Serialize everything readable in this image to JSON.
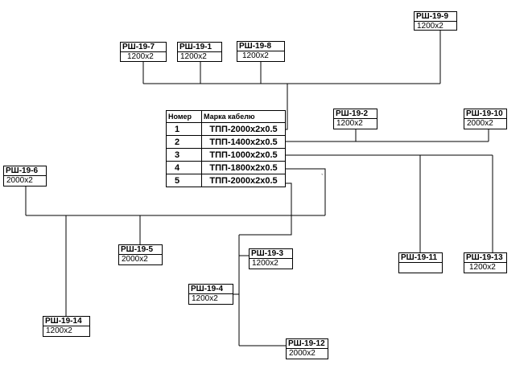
{
  "table": {
    "header_number": "Номер",
    "header_brand": "Марка кабелю",
    "rows": [
      {
        "num": "1",
        "brand": "ТПП-2000x2x0.5"
      },
      {
        "num": "2",
        "brand": "ТПП-1400x2x0.5"
      },
      {
        "num": "3",
        "brand": "ТПП-1000x2x0.5"
      },
      {
        "num": "4",
        "brand": "ТПП-1800x2x0.5"
      },
      {
        "num": "5",
        "brand": "ТПП-2000x2x0.5"
      }
    ]
  },
  "cabinets": {
    "rsh_19_9": {
      "name": "РШ-19-9",
      "capacity": "1200x2"
    },
    "rsh_19_7": {
      "name": "РШ-19-7",
      "capacity": "1200x2"
    },
    "rsh_19_1": {
      "name": "РШ-19-1",
      "capacity": "1200x2"
    },
    "rsh_19_8": {
      "name": "РШ-19-8",
      "capacity": "1200x2"
    },
    "rsh_19_2": {
      "name": "РШ-19-2",
      "capacity": "1200x2"
    },
    "rsh_19_10": {
      "name": "РШ-19-10",
      "capacity": "2000x2"
    },
    "rsh_19_6": {
      "name": "РШ-19-6",
      "capacity": "2000x2"
    },
    "rsh_19_5": {
      "name": "РШ-19-5",
      "capacity": "2000x2"
    },
    "rsh_19_3": {
      "name": "РШ-19-3",
      "capacity": "1200x2"
    },
    "rsh_19_11": {
      "name": "РШ-19-11",
      "capacity": ""
    },
    "rsh_19_13": {
      "name": "РШ-19-13",
      "capacity": "1200x2"
    },
    "rsh_19_4": {
      "name": "РШ-19-4",
      "capacity": "1200x2"
    },
    "rsh_19_14": {
      "name": "РШ-19-14",
      "capacity": "1200x2"
    },
    "rsh_19_12": {
      "name": "РШ-19-12",
      "capacity": "2000x2"
    }
  },
  "colors": {
    "line": "#000000",
    "background": "#ffffff"
  }
}
